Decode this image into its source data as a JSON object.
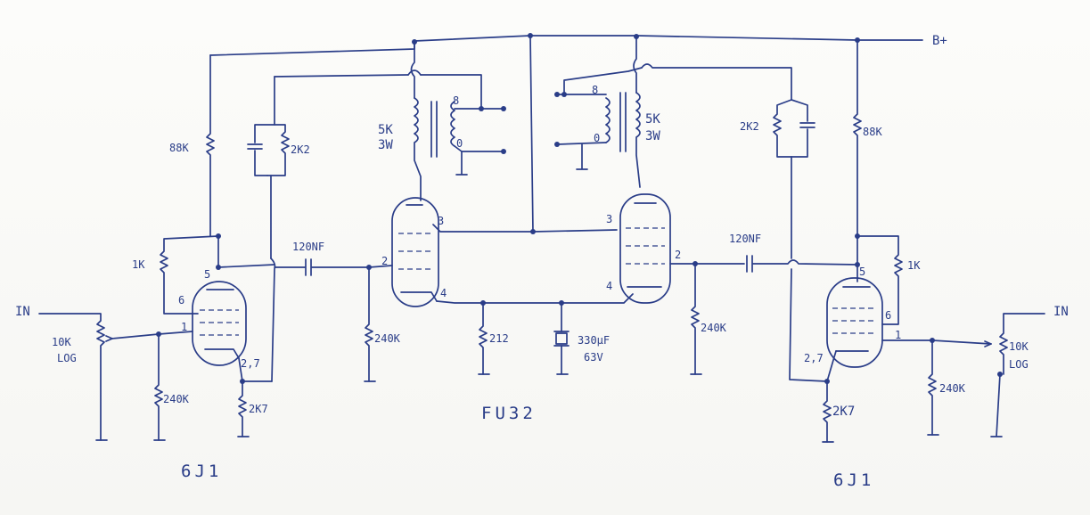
{
  "labels": {
    "bplus": "B+",
    "in_left": "IN",
    "in_right": "IN",
    "pot_left_value": "10K",
    "pot_left_taper": "LOG",
    "pot_right_value": "10K",
    "pot_right_taper": "LOG",
    "r_88k_left": "88K",
    "r_88k_right": "88K",
    "r_1k_left": "1K",
    "r_1k_right": "1K",
    "r_2k2_left": "2K2",
    "r_2k2_right": "2K2",
    "cap_left": "120NF",
    "cap_right": "120NF",
    "r_240k_grid_left": "240K",
    "r_240k_grid_right": "240K",
    "r_240k_in_left": "240K",
    "r_240k_in_right": "240K",
    "r_2k7_left": "2K7",
    "r_2k7_right": "2K7",
    "r_212": "212",
    "cap_bypass": "330μF",
    "cap_bypass_v": "63V",
    "xfmr_left_imp": "5K",
    "xfmr_left_pow": "3W",
    "xfmr_right_imp": "5K",
    "xfmr_right_pow": "3W",
    "tube_center": "FU32",
    "tube_left": "6J1",
    "tube_right": "6J1"
  },
  "pins": {
    "l5": "5",
    "l6": "6",
    "l1": "1",
    "l27": "2,7",
    "c3": "3",
    "c2": "2",
    "c4": "4",
    "d3": "3",
    "d2": "2",
    "d4": "4",
    "r5": "5",
    "r6": "6",
    "r1": "1",
    "r27": "2,7",
    "xl8": "8",
    "xl0": "0",
    "xr8": "8",
    "xr0": "0"
  }
}
